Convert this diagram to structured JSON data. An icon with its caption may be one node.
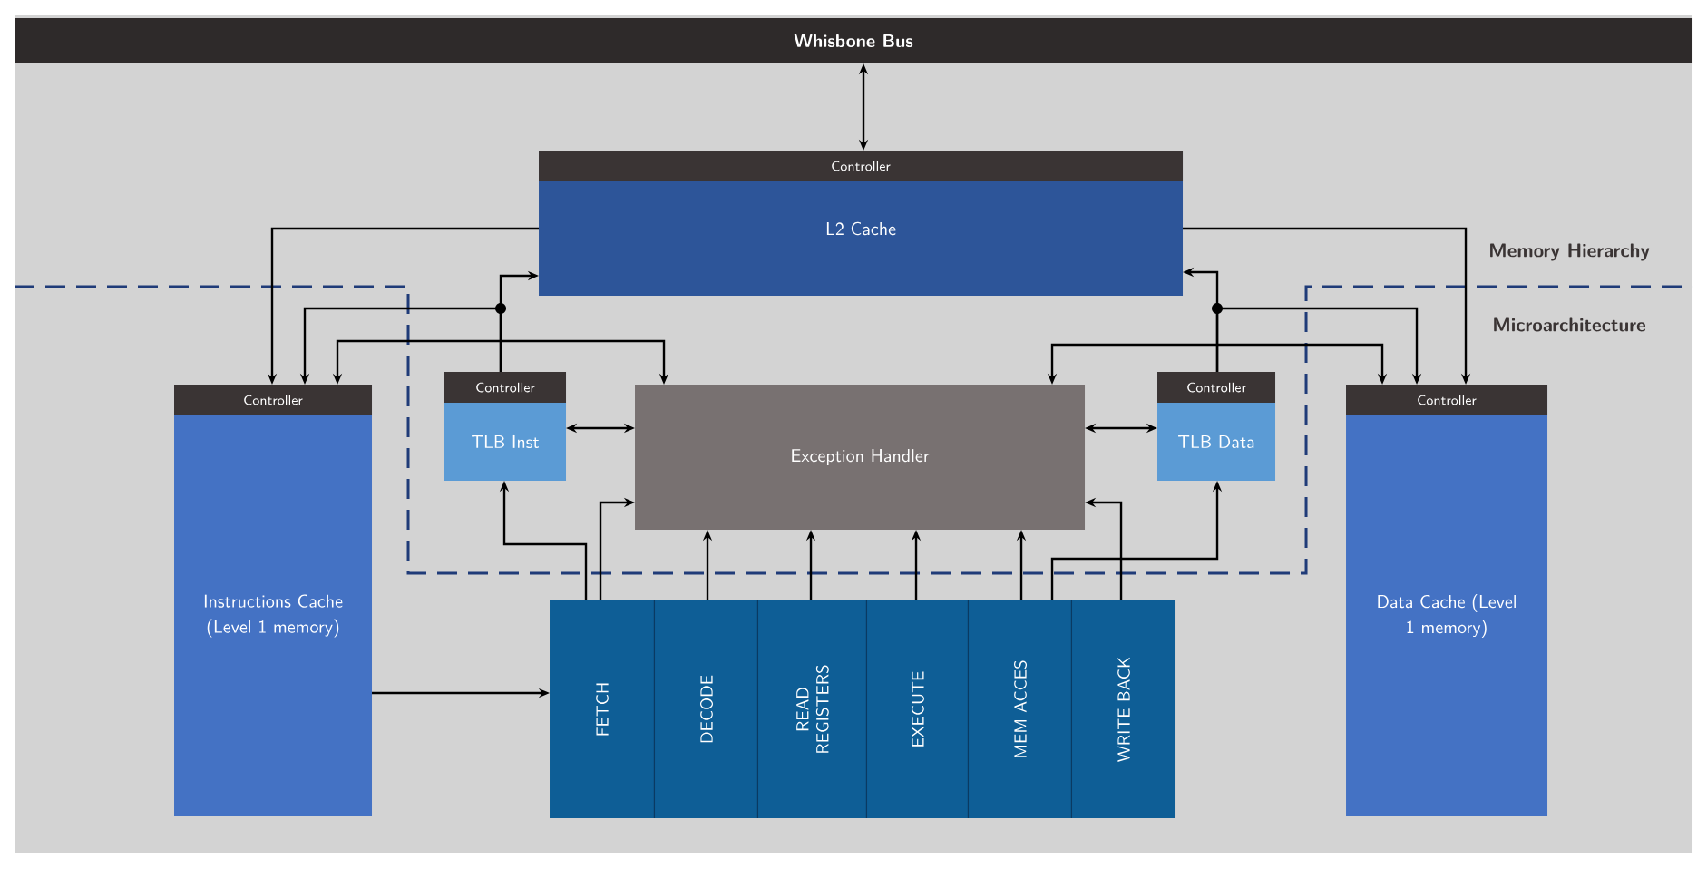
{
  "diagram": {
    "nodes": [
      {
        "text": [
          "Whisbone Bus"
        ]
      },
      {
        "text": [
          "Controller",
          "L2 Cache"
        ]
      },
      {
        "text": [
          "Controller",
          "Instructions Cache (Level 1 memory)"
        ]
      },
      {
        "text": [
          "Controller",
          "TLB Inst"
        ]
      },
      {
        "text": [
          "Exception Handler"
        ]
      },
      {
        "text": [
          "Controller",
          "TLB Data"
        ]
      },
      {
        "text": [
          "Controller",
          "Data Cache (Level 1 memory)"
        ]
      },
      {
        "text": [
          "FETCH"
        ]
      },
      {
        "text": [
          "DECODE"
        ]
      },
      {
        "text": [
          "READ REGISTERS"
        ]
      },
      {
        "text": [
          "EXECUTE"
        ]
      },
      {
        "text": [
          "MEM ACCES"
        ]
      },
      {
        "text": [
          "WRITE BACK"
        ]
      }
    ],
    "edges": [
      {
        "from": 0,
        "to": 1,
        "arrow": "both"
      },
      {
        "from": 1,
        "to": 2,
        "arrow": "to"
      },
      {
        "from": 1,
        "to": 6,
        "arrow": "to"
      },
      {
        "from": 3,
        "to": 1,
        "arrow": "to"
      },
      {
        "from": 3,
        "to": 2,
        "arrow": "to"
      },
      {
        "from": 2,
        "to": 4,
        "arrow": "both"
      },
      {
        "from": 4,
        "to": 6,
        "arrow": "both"
      },
      {
        "from": 5,
        "to": 1,
        "arrow": "to"
      },
      {
        "from": 5,
        "to": 6,
        "arrow": "to"
      },
      {
        "from": 3,
        "to": 4,
        "arrow": "both"
      },
      {
        "from": 4,
        "to": 5,
        "arrow": "both"
      },
      {
        "from": 2,
        "to": 7,
        "arrow": "to"
      },
      {
        "from": 7,
        "to": 3,
        "arrow": "to"
      },
      {
        "from": 7,
        "to": 4,
        "arrow": "to"
      },
      {
        "from": 8,
        "to": 4,
        "arrow": "to"
      },
      {
        "from": 9,
        "to": 4,
        "arrow": "to"
      },
      {
        "from": 10,
        "to": 4,
        "arrow": "to"
      },
      {
        "from": 11,
        "to": 4,
        "arrow": "to"
      },
      {
        "from": 11,
        "to": 5,
        "arrow": "to"
      },
      {
        "from": 12,
        "to": 4,
        "arrow": "to"
      }
    ],
    "labels": [
      "Memory Hierarchy",
      "Microarchitecture"
    ]
  }
}
